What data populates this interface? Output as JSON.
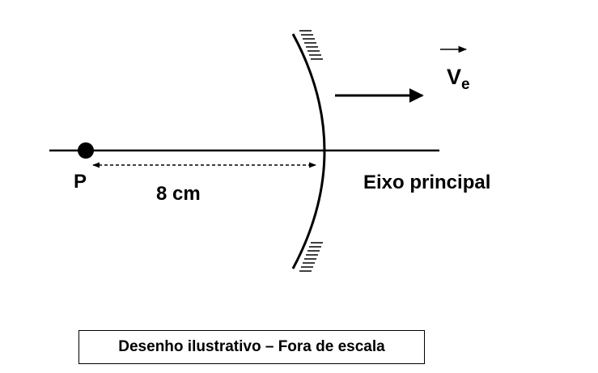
{
  "labels": {
    "point": "P",
    "distance": "8 cm",
    "axis": "Eixo principal",
    "velocity_symbol": "V",
    "velocity_subscript": "e"
  },
  "caption": "Desenho ilustrativo – Fora de escala",
  "colors": {
    "ink": "#000000",
    "background": "#ffffff"
  }
}
